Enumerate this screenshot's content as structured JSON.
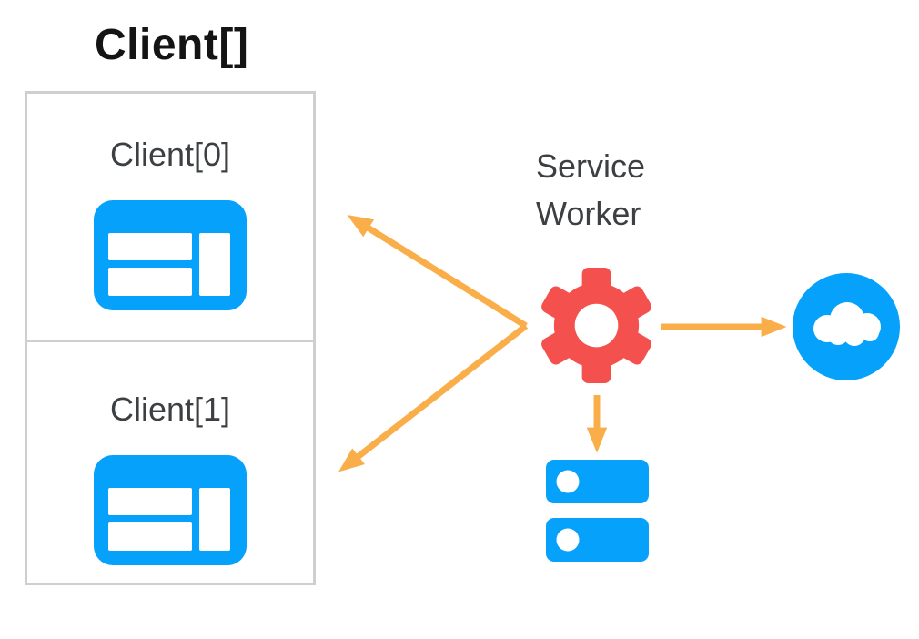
{
  "colors": {
    "blue": "#05A1FB",
    "red": "#F4514E",
    "orange": "#FAAE49",
    "label_gray": "#3C4043",
    "title_black": "#141414",
    "box_border": "#CFCFCF",
    "background": "#FFFFFF"
  },
  "diagram": {
    "title": "Client[]",
    "clients": [
      {
        "label": "Client[0]",
        "icon": "browser-window-icon"
      },
      {
        "label": "Client[1]",
        "icon": "browser-window-icon"
      }
    ],
    "service_worker": {
      "label": "Service Worker",
      "icon": "gear-icon"
    },
    "network": {
      "icon": "cloud-icon"
    },
    "storage": {
      "icon": "database-icon"
    },
    "arrows": [
      {
        "name": "service-worker-to-client-0",
        "direction": "to-upper-left"
      },
      {
        "name": "service-worker-to-client-1",
        "direction": "to-lower-left"
      },
      {
        "name": "service-worker-to-network",
        "direction": "to-right"
      },
      {
        "name": "service-worker-to-storage",
        "direction": "down"
      }
    ]
  }
}
